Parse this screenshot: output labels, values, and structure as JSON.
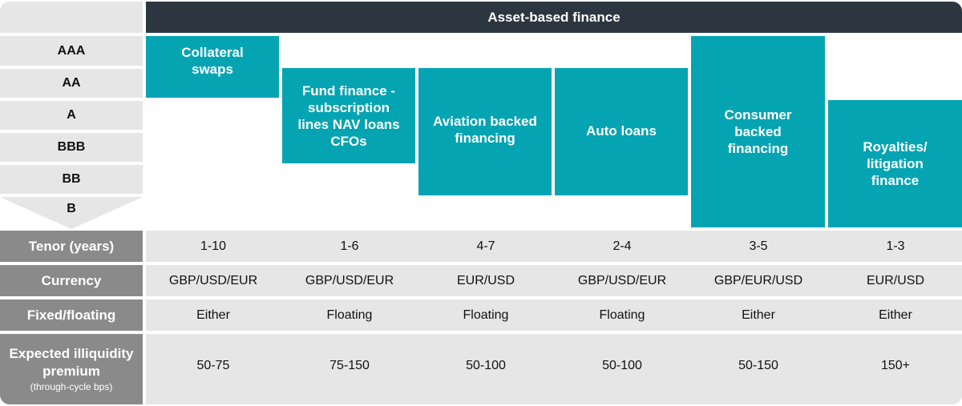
{
  "header": {
    "title": "Asset-based finance"
  },
  "ratings": [
    "AAA",
    "AA",
    "A",
    "BBB",
    "BB",
    "B"
  ],
  "colors": {
    "header_bg": "#2b3640",
    "teal": "#05a4b3",
    "row_label_bg": "#8a8a8a",
    "cell_bg": "#e6e6e6"
  },
  "categories": [
    {
      "name": "Collateral swaps",
      "rating_range": [
        "AAA",
        "AA"
      ]
    },
    {
      "name": "Fund finance - subscription lines NAV loans CFOs",
      "rating_range": [
        "AA",
        "BBB"
      ]
    },
    {
      "name": "Aviation backed financing",
      "rating_range": [
        "AA",
        "BB"
      ]
    },
    {
      "name": "Auto loans",
      "rating_range": [
        "AA",
        "BB"
      ]
    },
    {
      "name": "Consumer backed financing",
      "rating_range": [
        "AAA",
        "B"
      ]
    },
    {
      "name": "Royalties/ litigation finance",
      "rating_range": [
        "A",
        "B"
      ]
    }
  ],
  "table": {
    "rows": [
      {
        "label": "Tenor (years)",
        "values": [
          "1-10",
          "1-6",
          "4-7",
          "2-4",
          "3-5",
          "1-3"
        ]
      },
      {
        "label": "Currency",
        "values": [
          "GBP/USD/EUR",
          "GBP/USD/EUR",
          "EUR/USD",
          "GBP/USD/EUR",
          "GBP/EUR/USD",
          "EUR/USD"
        ]
      },
      {
        "label": "Fixed/floating",
        "values": [
          "Either",
          "Floating",
          "Floating",
          "Floating",
          "Either",
          "Either"
        ]
      },
      {
        "label": "Expected illiquidity premium",
        "sublabel": "(through-cycle bps)",
        "values": [
          "50-75",
          "75-150",
          "50-100",
          "50-100",
          "50-150",
          "150+"
        ]
      }
    ]
  },
  "boxes": {
    "collateral": "Collateral swaps",
    "fund": "Fund finance - subscription lines NAV loans CFOs",
    "aviation": "Aviation backed financing",
    "auto": "Auto loans",
    "consumer": "Consumer backed financing",
    "royalties": "Royalties/ litigation finance"
  }
}
